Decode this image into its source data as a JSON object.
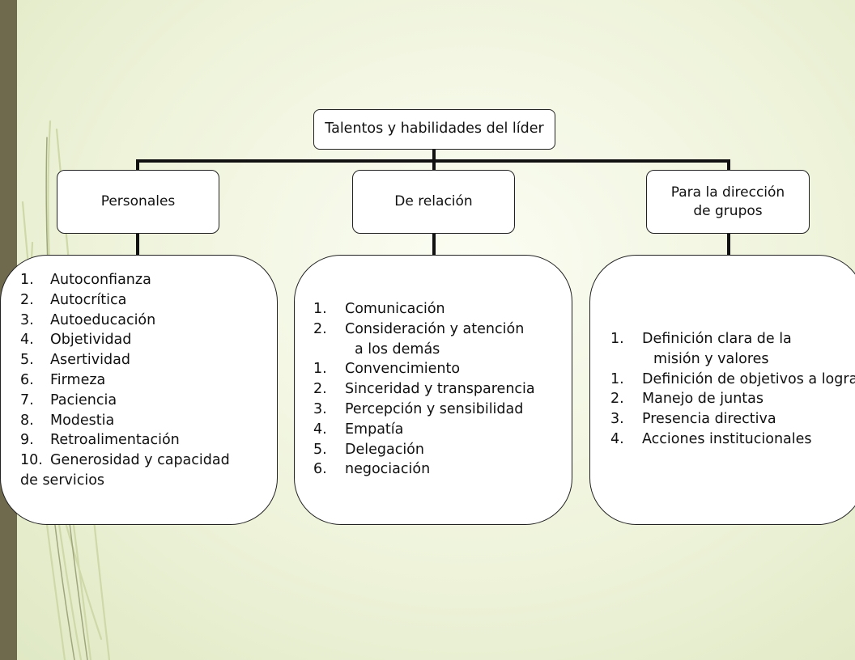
{
  "root": {
    "label": "Talentos y habilidades del líder"
  },
  "categories": [
    {
      "label": "Personales",
      "items": [
        {
          "num": "1.",
          "text": "Autoconfianza"
        },
        {
          "num": "2.",
          "text": "Autocrítica"
        },
        {
          "num": "3.",
          "text": "Autoeducación"
        },
        {
          "num": "4.",
          "text": "Objetividad"
        },
        {
          "num": "5.",
          "text": "Asertividad"
        },
        {
          "num": "6.",
          "text": "Firmeza"
        },
        {
          "num": "7.",
          "text": "Paciencia"
        },
        {
          "num": "8.",
          "text": "Modestia"
        },
        {
          "num": "9.",
          "text": "Retroalimentación"
        },
        {
          "num": "10.",
          "text": "Generosidad y capacidad"
        },
        {
          "num": "",
          "text": "de servicios"
        }
      ]
    },
    {
      "label": "De relación",
      "items": [
        {
          "num": "1.",
          "text": "Comunicación"
        },
        {
          "num": "2.",
          "text": "Consideración y atención"
        },
        {
          "num": "",
          "text": "a los demás"
        },
        {
          "num": "1.",
          "text": "Convencimiento"
        },
        {
          "num": "2.",
          "text": "Sinceridad y transparencia"
        },
        {
          "num": "3.",
          "text": "Percepción y sensibilidad"
        },
        {
          "num": "4.",
          "text": "Empatía"
        },
        {
          "num": "5.",
          "text": "Delegación"
        },
        {
          "num": "6.",
          "text": "negociación"
        }
      ]
    },
    {
      "label_line1": "Para la dirección",
      "label_line2": "de grupos",
      "items": [
        {
          "num": "1.",
          "text": "Definición clara de la"
        },
        {
          "num": "",
          "text": "misión y valores"
        },
        {
          "num": "1.",
          "text": "Definición de objetivos a lograr"
        },
        {
          "num": "2.",
          "text": "Manejo de juntas"
        },
        {
          "num": "3.",
          "text": "Presencia directiva"
        },
        {
          "num": "4.",
          "text": "Acciones institucionales"
        }
      ]
    }
  ]
}
